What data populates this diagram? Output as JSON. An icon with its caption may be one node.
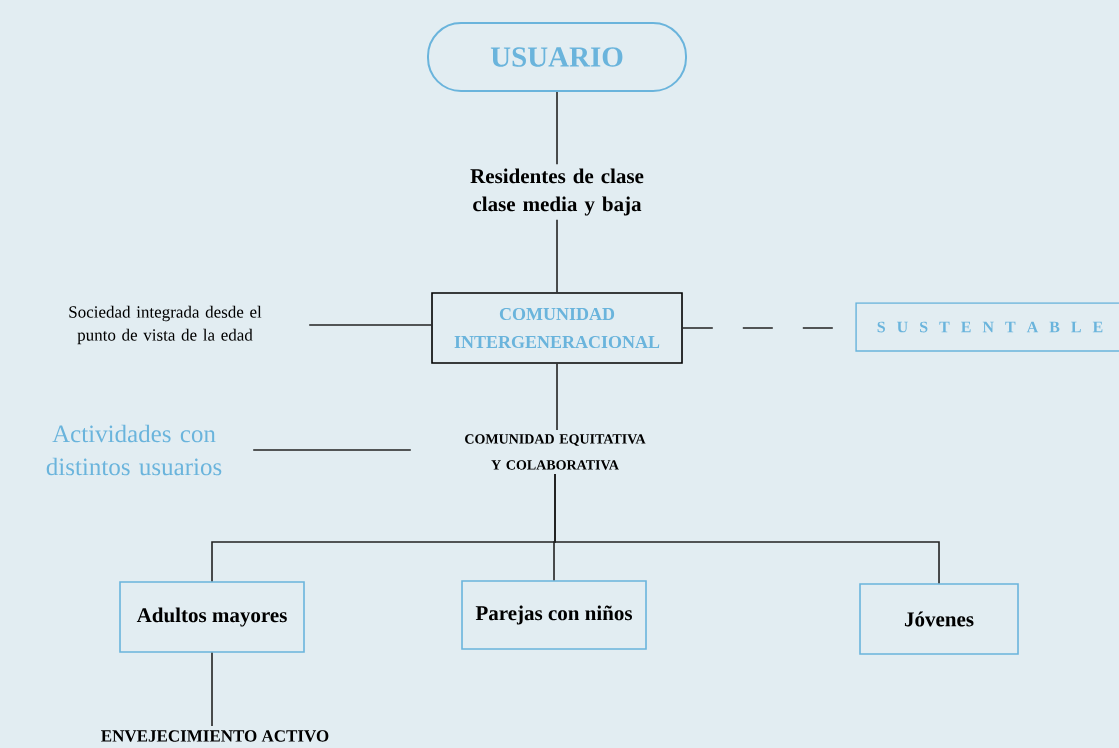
{
  "diagram": {
    "nodes": [
      {
        "text": [
          "USUARIO"
        ]
      },
      {
        "text": [
          "Residentes de clase clase media y baja"
        ]
      },
      {
        "text": [
          "Sociedad integrada desde el punto de vista de la edad"
        ]
      },
      {
        "text": [
          "COMUNIDAD INTERGENERACIONAL"
        ]
      },
      {
        "text": [
          "S U S T E N T A B L E"
        ]
      },
      {
        "text": [
          "Actividades con distintos usuarios"
        ]
      },
      {
        "text": [
          "COMUNIDAD EQUITATIVA Y COLABORATIVA"
        ]
      },
      {
        "text": [
          "Adultos mayores"
        ]
      },
      {
        "text": [
          "Parejas con niños"
        ]
      },
      {
        "text": [
          "Jóvenes"
        ]
      },
      {
        "text": [
          "ENVEJECIMIENTO ACTIVO"
        ]
      }
    ],
    "edges": [
      {
        "from": 0,
        "to": 1,
        "arrow": "none"
      },
      {
        "from": 1,
        "to": 3,
        "arrow": "none"
      },
      {
        "from": 2,
        "to": 3,
        "arrow": "none"
      },
      {
        "from": 3,
        "to": 4,
        "arrow": "none",
        "style": "dashed"
      },
      {
        "from": 3,
        "to": 6,
        "arrow": "none"
      },
      {
        "from": 5,
        "to": 6,
        "arrow": "none"
      },
      {
        "from": 6,
        "to": 7,
        "arrow": "none"
      },
      {
        "from": 6,
        "to": 8,
        "arrow": "none"
      },
      {
        "from": 6,
        "to": 9,
        "arrow": "none"
      },
      {
        "from": 7,
        "to": 10,
        "arrow": "none"
      }
    ]
  }
}
